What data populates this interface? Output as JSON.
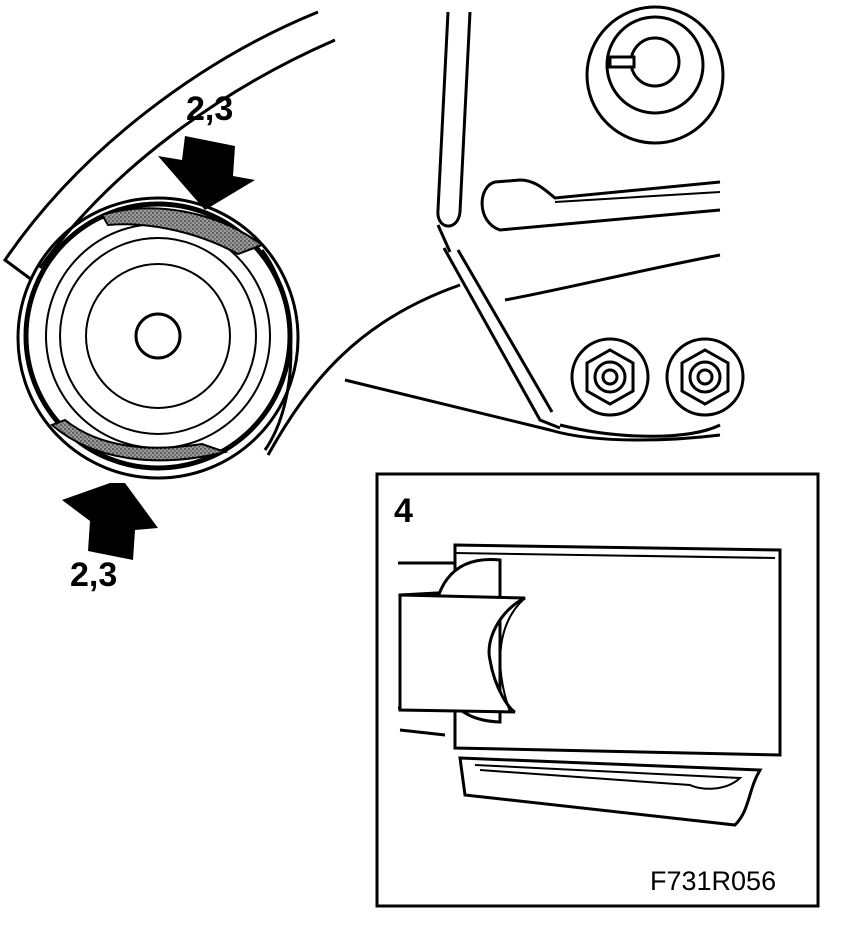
{
  "labels": {
    "callout_top": "2,3",
    "callout_bottom": "2,3",
    "inset_number": "4",
    "figure_code": "F731R056"
  },
  "colors": {
    "line": "#000000",
    "paper": "#ffffff",
    "hatch": "#7a7a7a"
  },
  "icons": [
    "arrow-down-right-icon",
    "arrow-up-right-icon"
  ]
}
